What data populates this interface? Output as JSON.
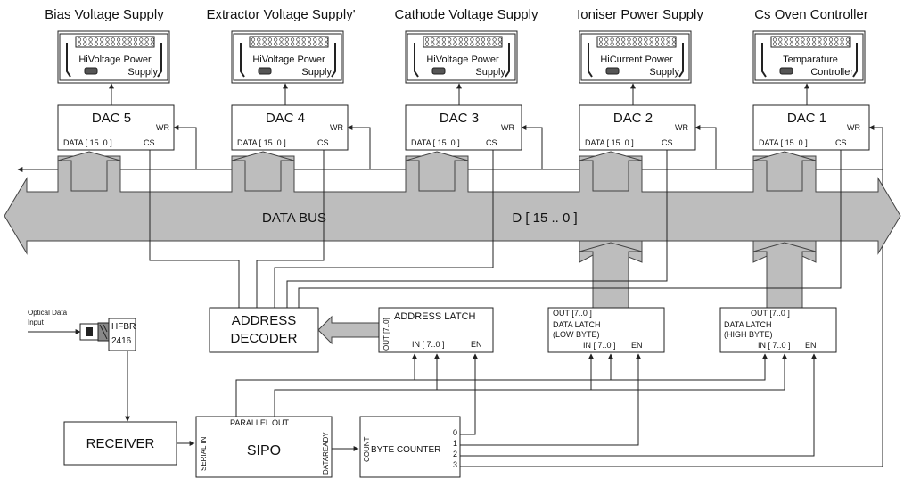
{
  "supplies": [
    {
      "title": "Bias Voltage Supply",
      "line1": "HiVoltage Power",
      "line2": "Supply"
    },
    {
      "title": "Extractor Voltage Supply'",
      "line1": "HiVoltage Power",
      "line2": "Supply"
    },
    {
      "title": "Cathode Voltage Supply",
      "line1": "HiVoltage Power",
      "line2": "Supply"
    },
    {
      "title": "Ioniser Power Supply",
      "line1": "HiCurrent Power",
      "line2": "Supply"
    },
    {
      "title": "Cs Oven Controller",
      "line1": "Temparature",
      "line2": "Controller"
    }
  ],
  "dacs": [
    {
      "label": "DAC 5",
      "wr": "WR",
      "data": "DATA [ 15..0 ]",
      "cs": "CS"
    },
    {
      "label": "DAC 4",
      "wr": "WR",
      "data": "DATA [ 15..0 ]",
      "cs": "CS"
    },
    {
      "label": "DAC 3",
      "wr": "WR",
      "data": "DATA [ 15..0 ]",
      "cs": "CS"
    },
    {
      "label": "DAC 2",
      "wr": "WR",
      "data": "DATA [ 15..0 ]",
      "cs": "CS"
    },
    {
      "label": "DAC 1",
      "wr": "WR",
      "data": "DATA [ 15..0 ]",
      "cs": "CS"
    }
  ],
  "bus": {
    "label": "DATA BUS",
    "range": "D [ 15 .. 0 ]"
  },
  "optical": {
    "line1": "Optical Data",
    "line2": "Input"
  },
  "hfbr": {
    "line1": "HFBR",
    "line2": "2416"
  },
  "address_decoder": {
    "line1": "ADDRESS",
    "line2": "DECODER"
  },
  "address_latch": {
    "title": "ADDRESS LATCH",
    "out": "OUT [7..0]",
    "in": "IN [ 7..0 ]",
    "en": "EN"
  },
  "latch_low": {
    "out": "OUT [7..0 ]",
    "line1": "DATA LATCH",
    "line2": "(LOW BYTE)",
    "in": "IN [ 7..0 ]",
    "en": "EN"
  },
  "latch_high": {
    "out": "OUT [7..0 ]",
    "line1": "DATA LATCH",
    "line2": "(HIGH BYTE)",
    "in": "IN [ 7..0 ]",
    "en": "EN"
  },
  "receiver": {
    "label": "RECEIVER"
  },
  "sipo": {
    "label": "SIPO",
    "parallel_out": "PARALLEL OUT",
    "serial_in": "SERIAL IN",
    "dataready": "DATAREADY"
  },
  "counter": {
    "label": "BYTE COUNTER",
    "count": "COUNT",
    "outputs": [
      "0",
      "1",
      "2",
      "3"
    ]
  }
}
